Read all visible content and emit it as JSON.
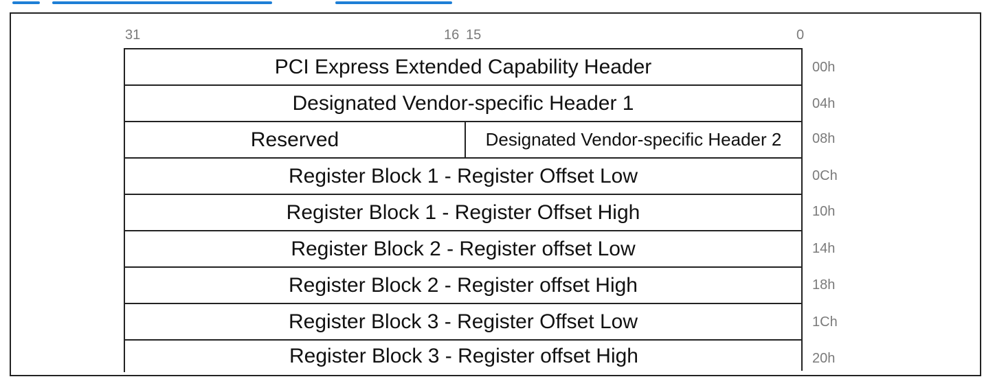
{
  "bit_positions": {
    "b31": "31",
    "b16": "16",
    "b15": "15",
    "b0": "0"
  },
  "rows": [
    {
      "offset": "00h",
      "cells": [
        "PCI Express Extended Capability Header"
      ]
    },
    {
      "offset": "04h",
      "cells": [
        "Designated Vendor-specific Header 1"
      ]
    },
    {
      "offset": "08h",
      "cells": [
        "Reserved",
        "Designated Vendor-specific Header 2"
      ]
    },
    {
      "offset": "0Ch",
      "cells": [
        "Register Block 1 - Register Offset Low"
      ]
    },
    {
      "offset": "10h",
      "cells": [
        "Register Block 1 - Register Offset High"
      ]
    },
    {
      "offset": "14h",
      "cells": [
        "Register Block 2 - Register offset Low"
      ]
    },
    {
      "offset": "18h",
      "cells": [
        "Register Block 2 - Register offset High"
      ]
    },
    {
      "offset": "1Ch",
      "cells": [
        "Register Block 3 - Register Offset Low"
      ]
    },
    {
      "offset": "20h",
      "cells": [
        "Register Block 3 - Register offset High"
      ]
    }
  ],
  "colors": {
    "border": "#222222",
    "label_gray": "#7a7a7a",
    "title_blue": "#1e7fd6"
  }
}
